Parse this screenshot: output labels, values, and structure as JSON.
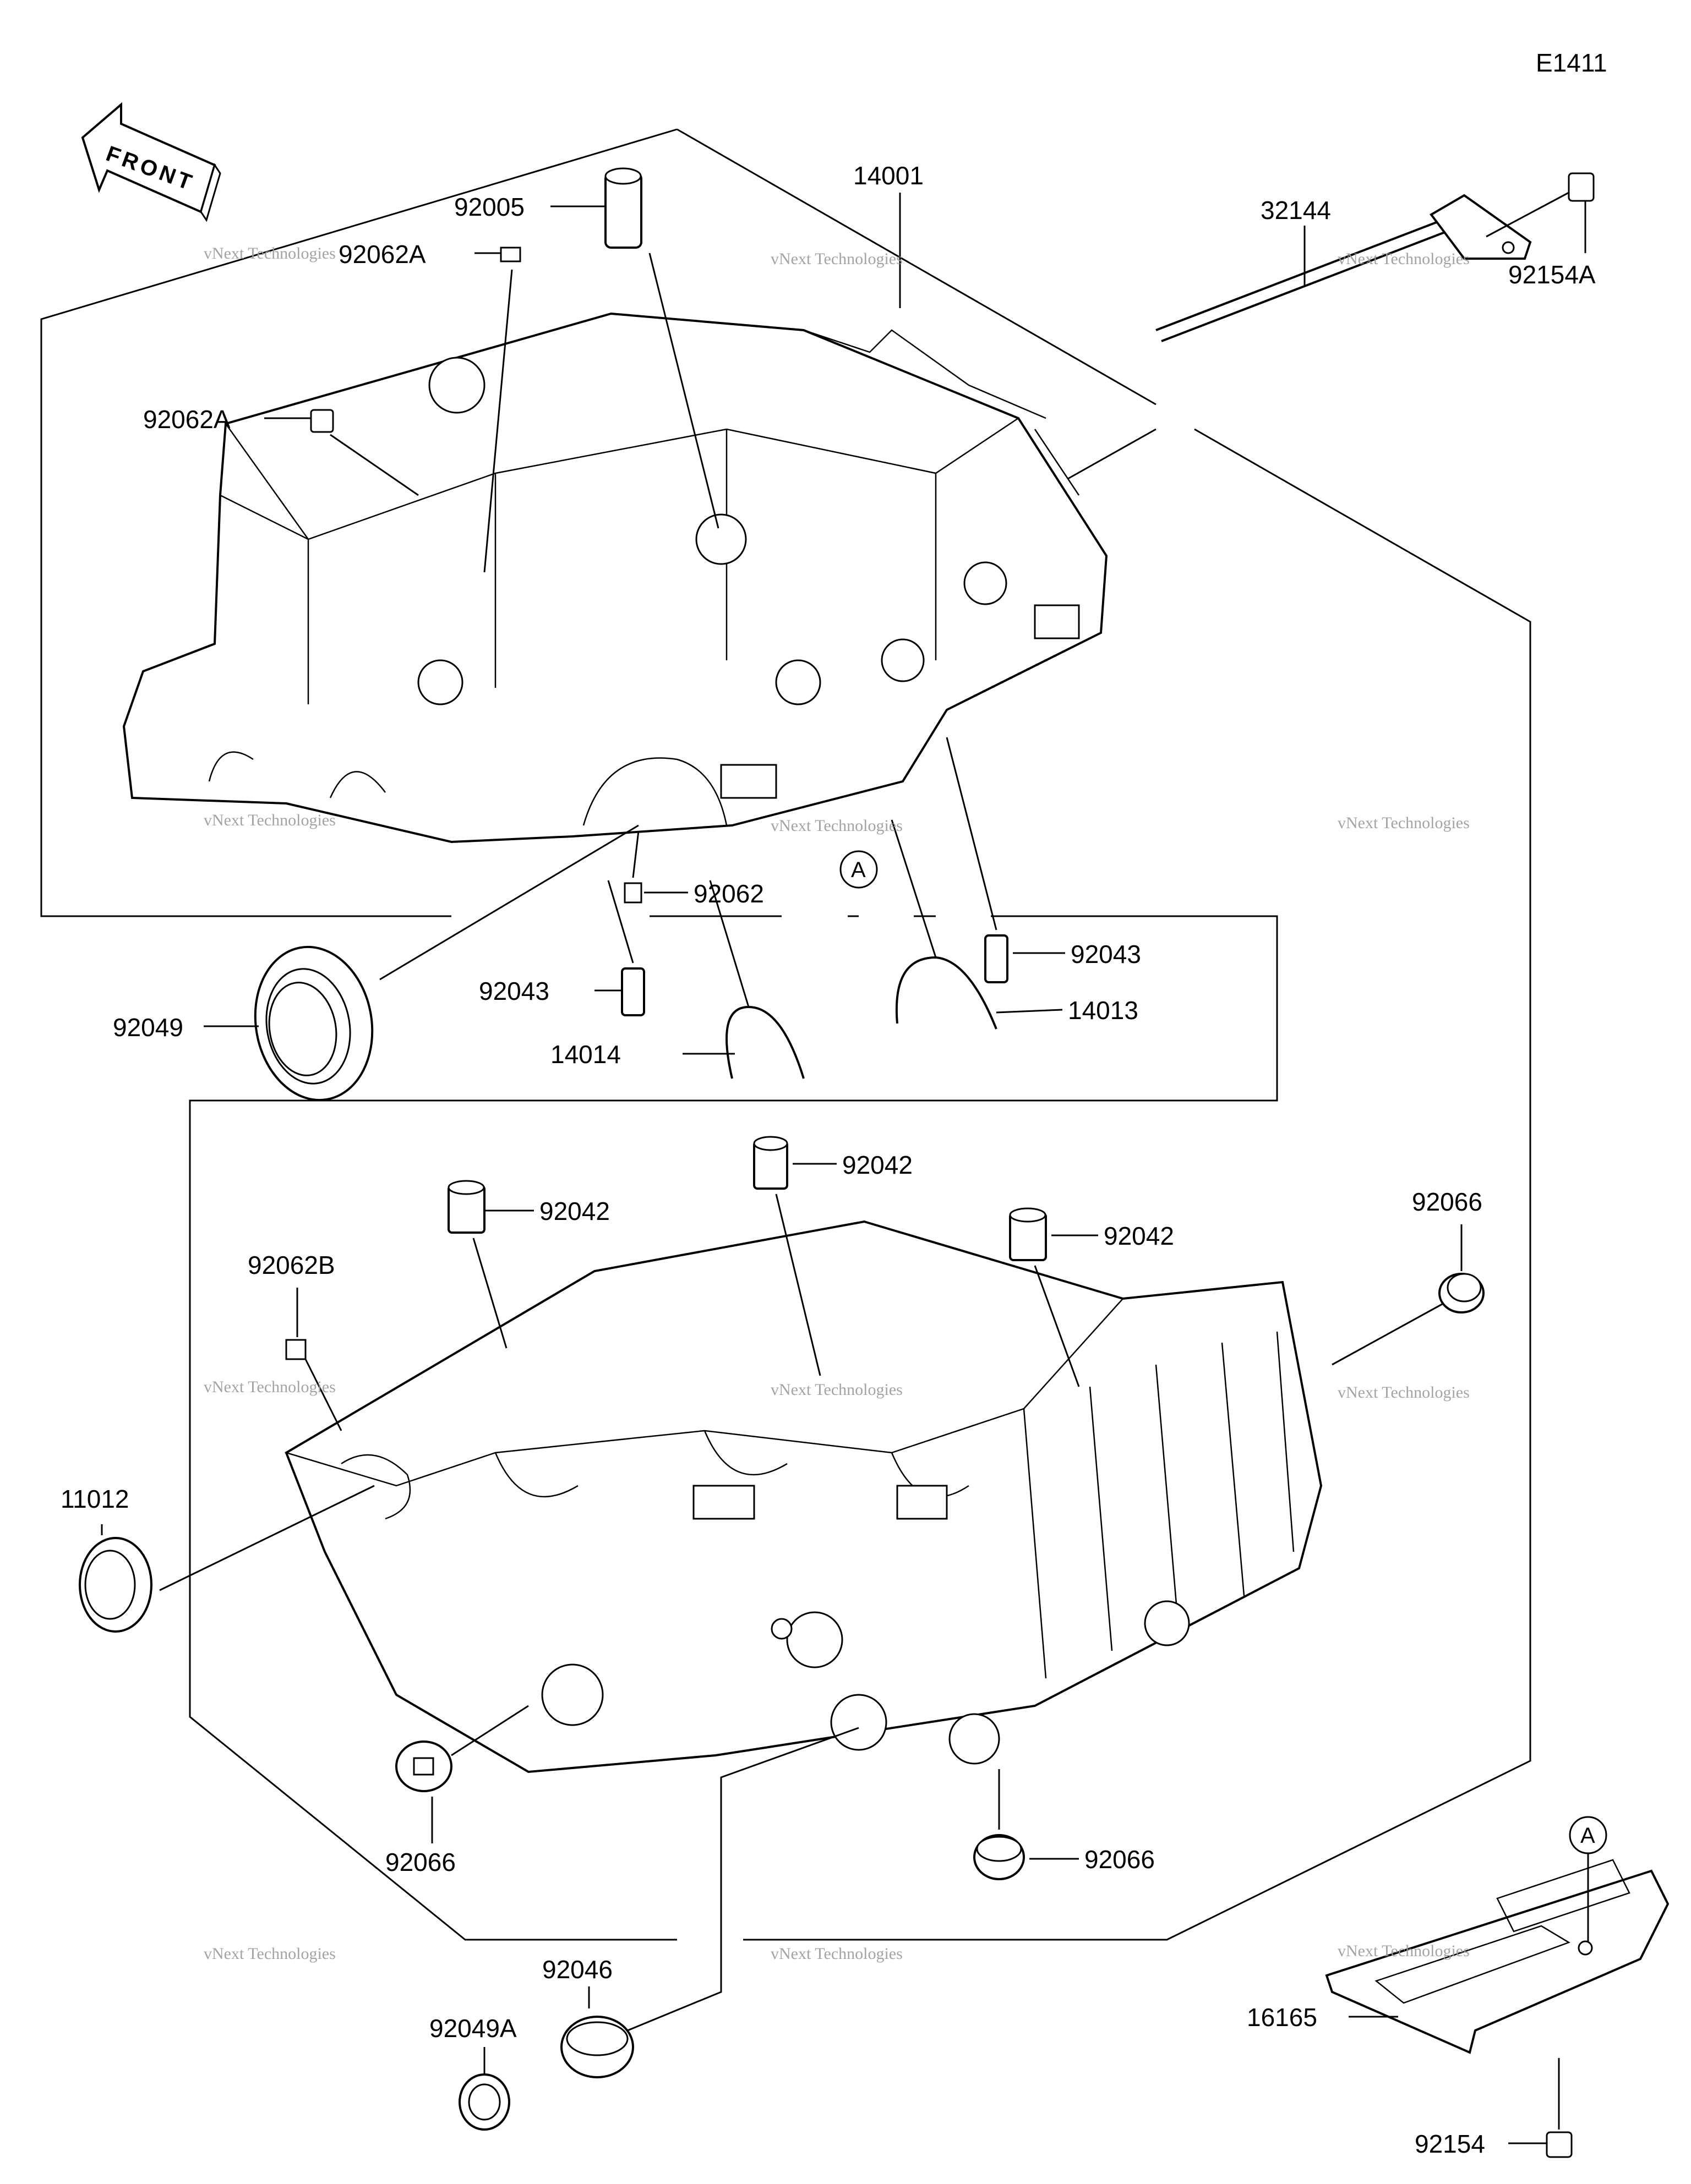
{
  "diagram_code": "E1411",
  "front_arrow_label": "FRONT",
  "watermark": {
    "line1": "vNext Technologies",
    "line2": "vNext Technologies"
  },
  "ref_marks": {
    "a_upper": "A",
    "a_lower": "A"
  },
  "parts": {
    "p92005": "92005",
    "p14001": "14001",
    "p32144": "32144",
    "p92154A": "92154A",
    "p92062A_1": "92062A",
    "p92062A_2": "92062A",
    "p92062": "92062",
    "p92043_1": "92043",
    "p92043_2": "92043",
    "p14013": "14013",
    "p14014": "14014",
    "p92049": "92049",
    "p92042_1": "92042",
    "p92042_2": "92042",
    "p92042_3": "92042",
    "p92066_1": "92066",
    "p92066_2": "92066",
    "p92066_3": "92066",
    "p92062B": "92062B",
    "p11012": "11012",
    "p92046": "92046",
    "p92049A": "92049A",
    "p16165": "16165",
    "p92154": "92154"
  }
}
